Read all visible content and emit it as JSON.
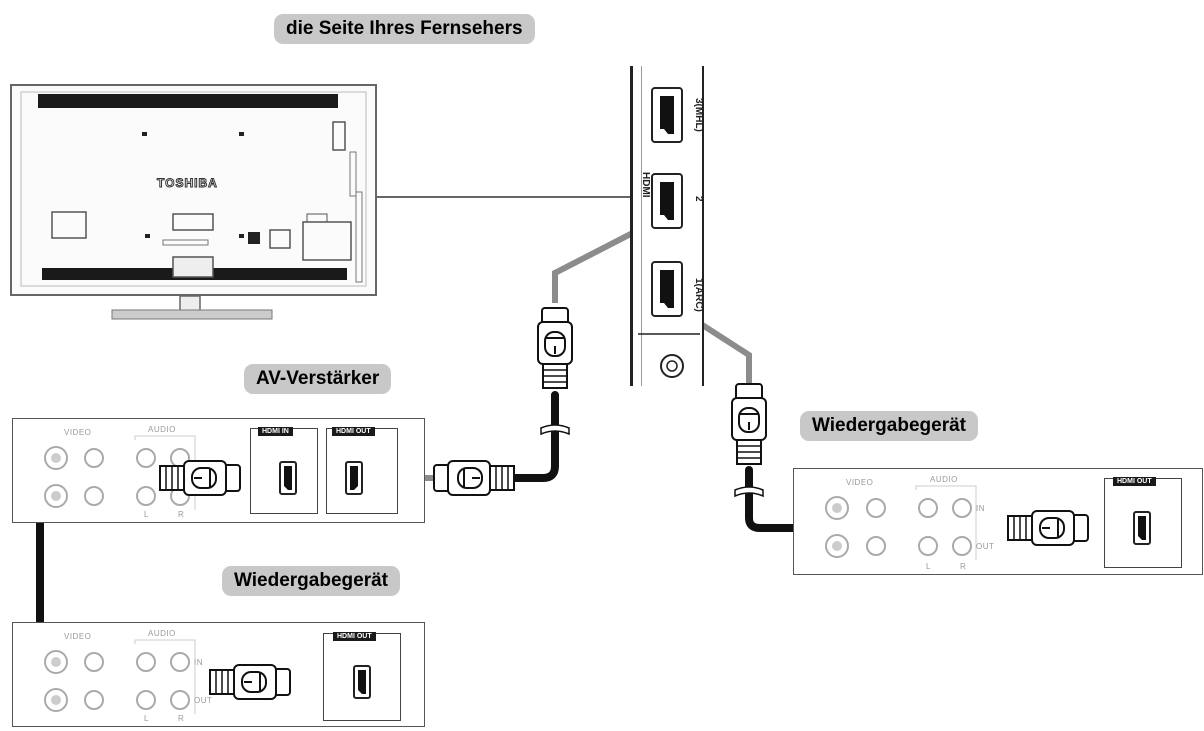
{
  "labels": {
    "tv_side": "die Seite Ihres Fernsehers",
    "av_receiver": "AV-Verstärker",
    "playback_left": "Wiedergabegerät",
    "playback_right": "Wiedergabegerät"
  },
  "tv": {
    "brand": "TOSHIBA"
  },
  "panel": {
    "hdmi": "HDMI",
    "port3": "3(MHL)",
    "port2": "2",
    "port1": "1(ARC)"
  },
  "device": {
    "video": "VIDEO",
    "audio": "AUDIO",
    "l": "L",
    "r": "R",
    "in": "IN",
    "out": "OUT",
    "hdmi_in": "HDMI IN",
    "hdmi_out": "HDMI OUT"
  },
  "colors": {
    "cable": "#111111",
    "arrow": "#8c8c8c",
    "label_bg": "#c8c8c8"
  }
}
